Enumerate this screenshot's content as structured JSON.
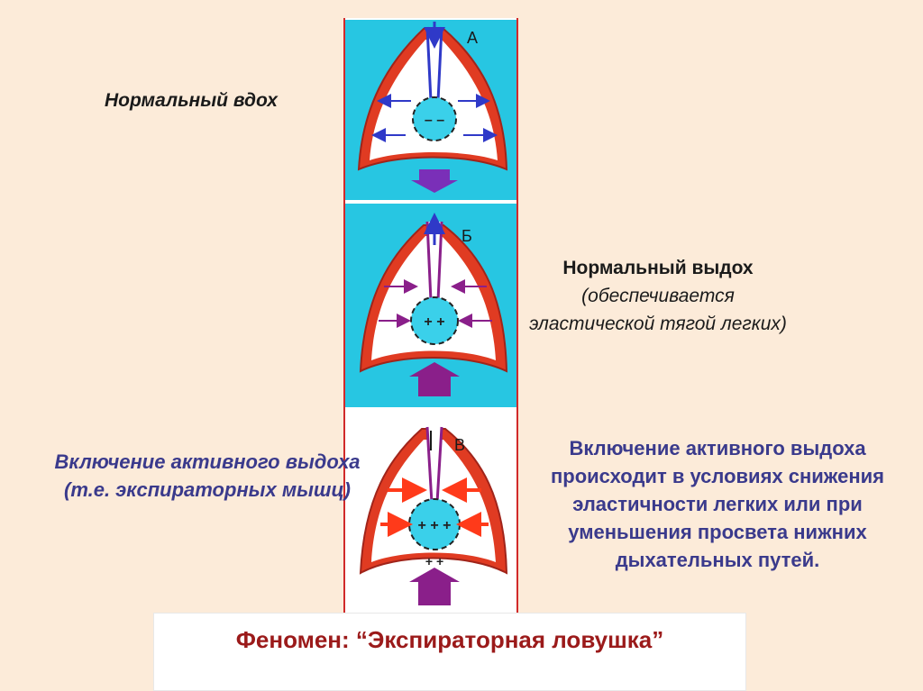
{
  "labels": {
    "inhale": "Нормальный вдох",
    "exhale_title": "Нормальный выдох",
    "exhale_sub": "(обеспечивается эластической тягой легких)",
    "active_left": "Включение активного выдоха (т.е. экспираторных мышц)",
    "active_right": "Включение активного выдоха происходит  в условиях снижения эластичности легких или при уменьшения просвета нижних дыхательных путей.",
    "phenomenon": "Феномен: “Экспираторная ловушка”"
  },
  "panels": [
    {
      "letter": "А",
      "background": "#27c6e2"
    },
    {
      "letter": "Б",
      "background": "#27c6e2"
    },
    {
      "letter": "В",
      "background": "#ffffff"
    }
  ],
  "colors": {
    "page_background": "#fcebd9",
    "lung_wall": "#e03b22",
    "inhale_arrows": "#2f39c8",
    "exhale_arrows": "#8a1f8a",
    "active_arrows": "#ff3a1a",
    "alveolus": "#3ad0ea",
    "label_dark": "#1a1a1a",
    "label_blue": "#3a3a8c",
    "phenomenon_text": "#9b1a1a"
  },
  "symbols": {
    "negative": "– –",
    "positive_b": "+ +",
    "positive_c": "+ + +",
    "diaphragm_plus": "+ +"
  }
}
